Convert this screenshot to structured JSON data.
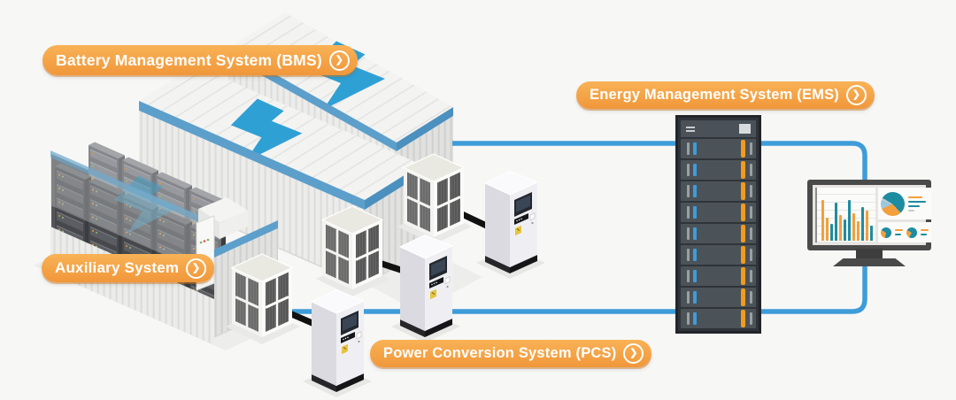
{
  "title": "Energy storage system diagram",
  "chevron_glyph": "❯",
  "labels": {
    "bms": {
      "text": "Battery Management System (BMS)",
      "icon": "chevron-right"
    },
    "ems": {
      "text": "Energy Management System (EMS)",
      "icon": "chevron-right"
    },
    "aux": {
      "text": "Auxiliary System",
      "icon": "chevron-right"
    },
    "pcs": {
      "text": "Power Conversion System (PCS)",
      "icon": "chevron-right"
    }
  },
  "colors": {
    "background": "#F7F7F6",
    "label_orange_top": "#F9B256",
    "label_orange_bottom": "#F0973A",
    "connection_blue": "#3E9CD9",
    "container_trim_blue": "#5C9FCB",
    "lightning_blue": "#2FA0D4",
    "cable_black": "#111111",
    "rack_orange": "#F29B1D",
    "chart_orange": "#F2A03D",
    "chart_teal": "#1E8CA0",
    "chart_lightblue": "#9CC7DE",
    "chart_gray": "#C7CDD1"
  },
  "scene": {
    "containers": [
      {
        "name": "battery-container-rear",
        "lightning": true
      },
      {
        "name": "battery-container-front",
        "lightning": true
      },
      {
        "name": "auxiliary-container",
        "lightning": true,
        "cutaway": true,
        "battery_racks": 9
      }
    ],
    "hvac_units": 3,
    "pcs_cabinets": 3,
    "cables": 3
  },
  "rack": {
    "name": "EMS server rack",
    "unit_count": 9
  },
  "monitor": {
    "chart_data": [
      {
        "type": "bar",
        "series": [
          {
            "name": "bars",
            "values": [
              95,
              55,
              40,
              90,
              60,
              50,
              95,
              65,
              45,
              80,
              70,
              35
            ],
            "colors": [
              "orange",
              "orange",
              "teal",
              "teal",
              "orange",
              "teal",
              "teal",
              "orange",
              "orange",
              "teal",
              "orange",
              "teal"
            ]
          }
        ],
        "title": "",
        "xlabel": "",
        "ylabel": "",
        "ylim": [
          0,
          100
        ]
      },
      {
        "type": "pie",
        "slices": [
          {
            "color": "teal",
            "pct": 55
          },
          {
            "color": "orange",
            "pct": 30
          },
          {
            "color": "lightblue",
            "pct": 12
          },
          {
            "color": "gray",
            "pct": 3
          }
        ]
      },
      {
        "type": "pie",
        "slices": [
          {
            "color": "teal",
            "pct": 70
          },
          {
            "color": "orange",
            "pct": 30
          }
        ]
      },
      {
        "type": "pie",
        "slices": [
          {
            "color": "teal",
            "pct": 75
          },
          {
            "color": "orange",
            "pct": 25
          }
        ]
      }
    ]
  }
}
